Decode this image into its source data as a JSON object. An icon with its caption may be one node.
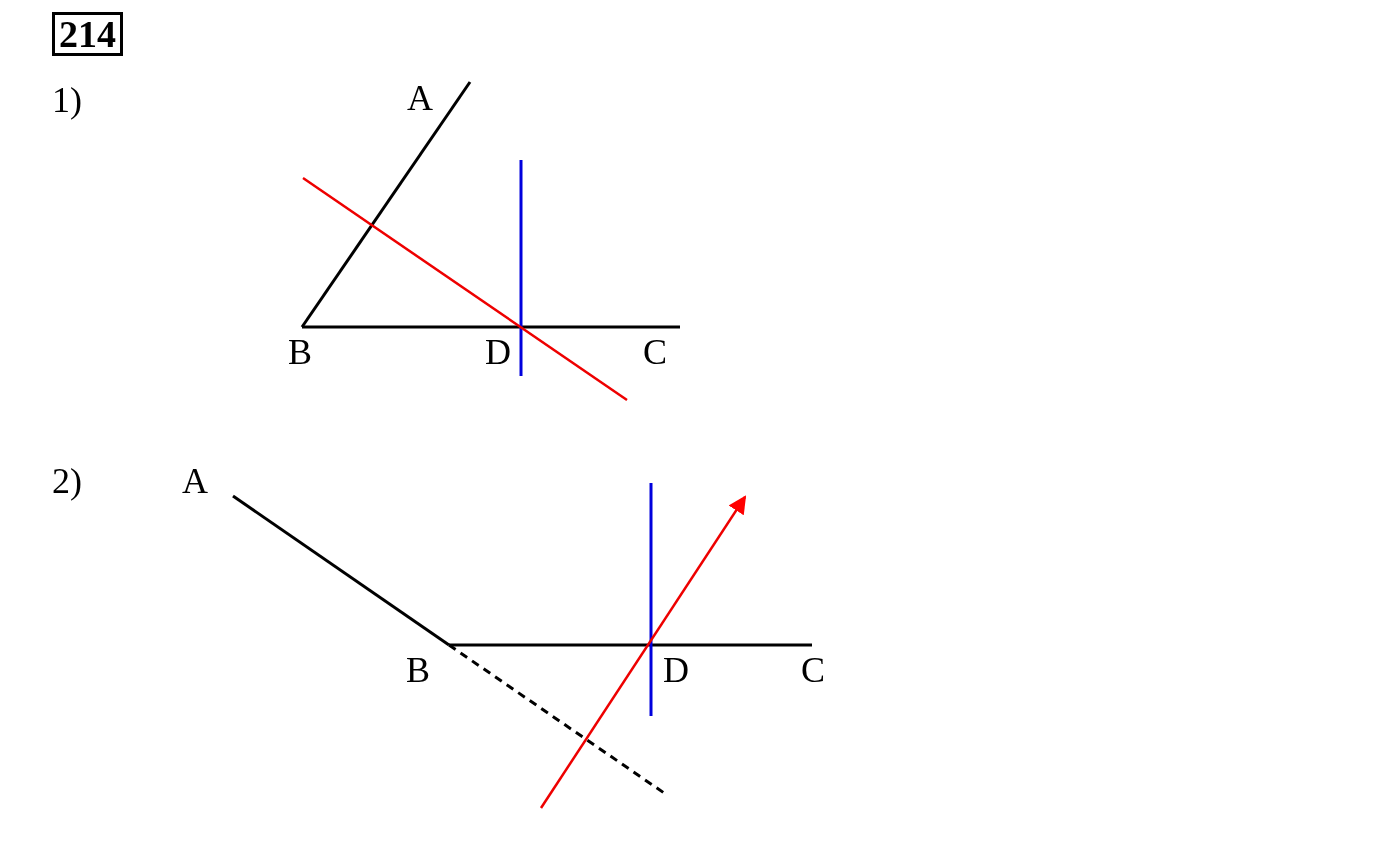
{
  "diagram": {
    "title": "214",
    "labels": [
      "1)",
      "A",
      "B",
      "D",
      "C",
      "2)",
      "A",
      "B",
      "D",
      "C"
    ]
  }
}
